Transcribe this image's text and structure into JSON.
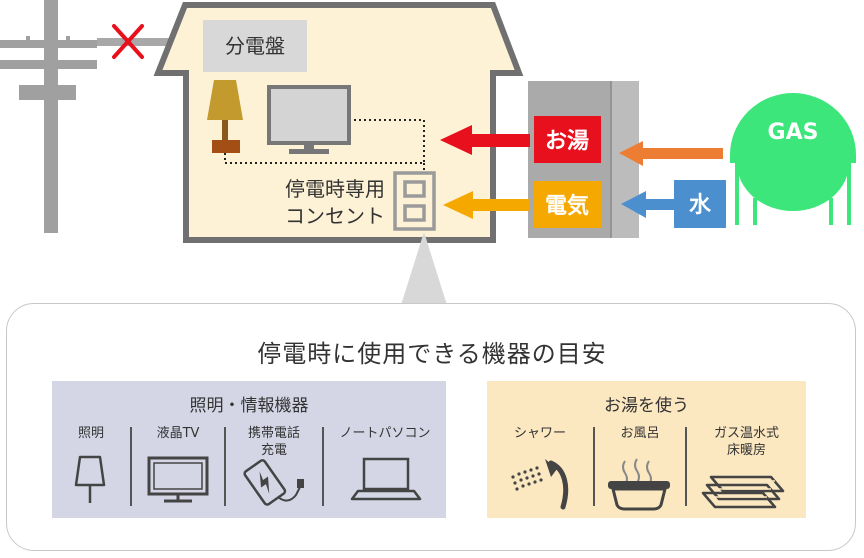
{
  "house": {
    "breaker_panel_label": "分電盤",
    "outlet_label_line1": "停電時専用",
    "outlet_label_line2": "コンセント"
  },
  "unit": {
    "hot_water_label": "お湯",
    "electricity_label": "電気",
    "water_label": "水"
  },
  "gas_tank_label": "GAS",
  "panel": {
    "title": "停電時に使用できる機器の目安",
    "left_box": {
      "heading": "照明・情報機器",
      "items": [
        {
          "label": "照明",
          "icon": "desk-lamp-icon"
        },
        {
          "label": "液晶TV",
          "icon": "lcd-tv-icon"
        },
        {
          "label": "携帯電話\n充電",
          "icon": "phone-charging-icon"
        },
        {
          "label": "ノートパソコン",
          "icon": "laptop-icon"
        }
      ]
    },
    "right_box": {
      "heading": "お湯を使う",
      "items": [
        {
          "label": "シャワー",
          "icon": "shower-icon"
        },
        {
          "label": "お風呂",
          "icon": "bathtub-icon"
        },
        {
          "label": "ガス温水式\n床暖房",
          "icon": "floor-heating-icon"
        }
      ]
    }
  },
  "colors": {
    "hot_water": "#e8101c",
    "electricity": "#f5a800",
    "gas_arrow": "#ee7d34",
    "water": "#4b8fcf",
    "gas_tank": "#3ce67a",
    "house_fill": "#fdf1d6",
    "wall": "#707070",
    "pole": "#a0a0a0"
  }
}
